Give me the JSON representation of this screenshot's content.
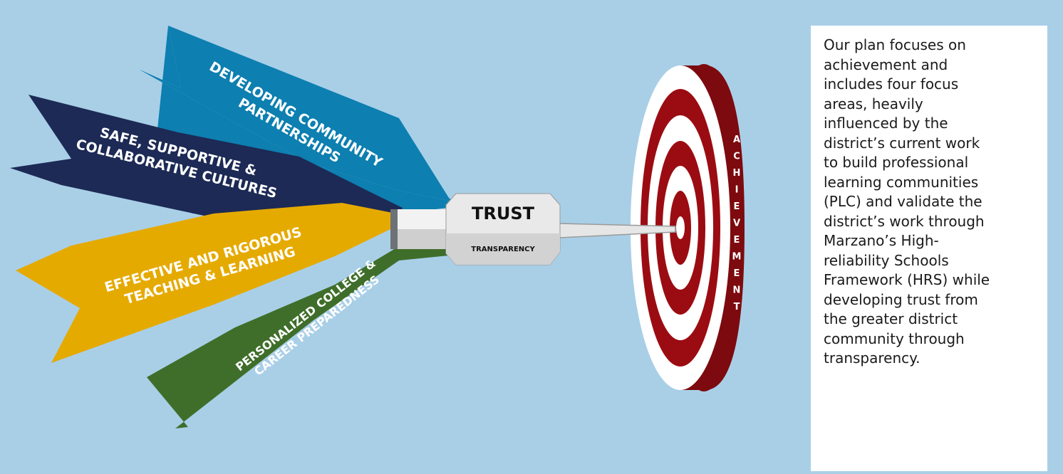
{
  "banners": {
    "community": [
      "DEVELOPING COMMUNITY",
      "PARTNERSHIPS"
    ],
    "safe": [
      "SAFE, SUPPORTIVE &",
      "COLLABORATIVE CULTURES"
    ],
    "effective": [
      "EFFECTIVE AND RIGOROUS",
      "TEACHING & LEARNING"
    ],
    "personalized": [
      "PERSONALIZED COLLEGE &",
      "CAREER PREPAREDNESS"
    ]
  },
  "dart": {
    "title": "TRUST",
    "subtitle": "TRANSPARENCY"
  },
  "target": {
    "label": "ACHIEVEMENT"
  },
  "info": {
    "text": "Our plan focuses on achievement and includes four focus areas, heavily influenced by the district’s current work to build professional learning communities (PLC) and validate the district’s work through Marzano’s High-reliability Schools Framework (HRS) while developing trust from the greater district community through transparency."
  },
  "colors": {
    "background": "#a9cfe7",
    "community": "#0d7fb0",
    "safe": "#1c2a55",
    "effective": "#e5aa00",
    "personalized": "#3f6e2a",
    "target_red": "#9b0c12",
    "target_white": "#ffffff"
  }
}
